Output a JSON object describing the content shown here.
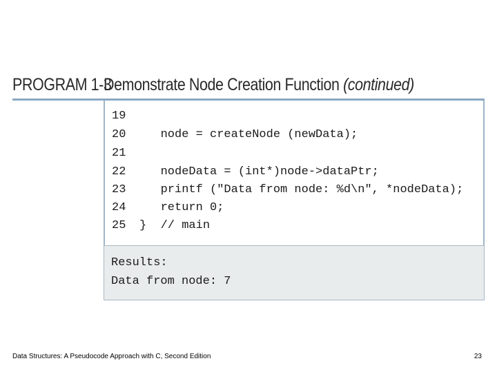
{
  "header": {
    "program_label": "PROGRAM 1-3",
    "title": "Demonstrate Node Creation Function",
    "title_suffix": "(continued)"
  },
  "code": [
    {
      "num": "19",
      "text": ""
    },
    {
      "num": "20",
      "text": "   node = createNode (newData);"
    },
    {
      "num": "21",
      "text": ""
    },
    {
      "num": "22",
      "text": "   nodeData = (int*)node->dataPtr;"
    },
    {
      "num": "23",
      "text": "   printf (\"Data from node: %d\\n\", *nodeData);"
    },
    {
      "num": "24",
      "text": "   return 0;"
    },
    {
      "num": "25",
      "text": "}  // main"
    }
  ],
  "results": {
    "label": "Results:",
    "output": "Data from node: 7"
  },
  "footer": {
    "book_title": "Data Structures: A Pseudocode Approach with C, Second Edition",
    "page_number": "23"
  },
  "colors": {
    "rule": "#8aa7c1",
    "results_bg": "#e9ecec"
  }
}
